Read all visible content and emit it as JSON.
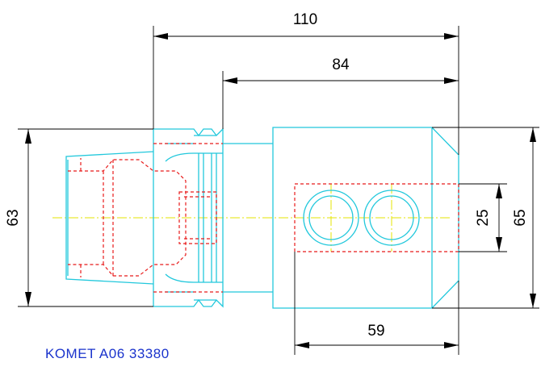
{
  "dimensions": {
    "overall_length": "110",
    "shank_to_end": "84",
    "flange_diameter": "63",
    "bore_spacing": "25",
    "body_height": "65",
    "bore_length": "59"
  },
  "caption": "KOMET A06 33380",
  "colors": {
    "outline": "#22c8dc",
    "hidden": "#e81a1a",
    "centerline": "#e6e600",
    "dimension": "#000000",
    "caption": "#1a33cc"
  }
}
